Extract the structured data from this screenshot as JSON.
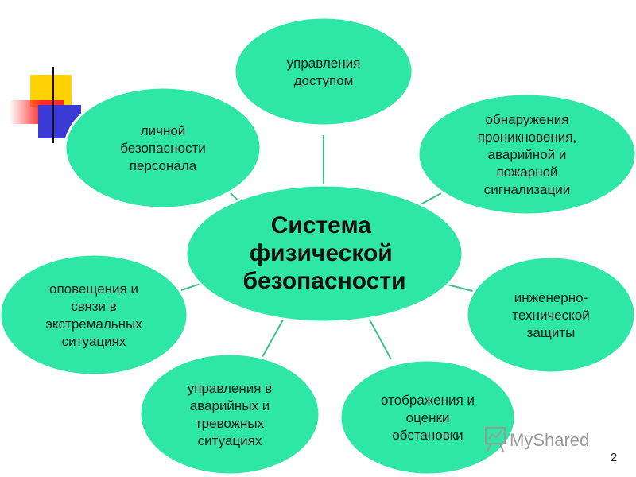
{
  "center": {
    "lines": [
      "Система",
      "физической",
      "безопасности"
    ],
    "fill": "#2ee6a6"
  },
  "nodes": [
    {
      "id": "access-control",
      "lines": [
        "управления",
        "доступом"
      ]
    },
    {
      "id": "intrusion-detection",
      "lines": [
        "обнаружения",
        "проникновения,",
        "аварийной и",
        "пожарной",
        "сигнализации"
      ]
    },
    {
      "id": "engineering-protection",
      "lines": [
        "инженерно-",
        "технической",
        "защиты"
      ]
    },
    {
      "id": "situation-display",
      "lines": [
        "отображения и",
        "оценки",
        "обстановки"
      ]
    },
    {
      "id": "emergency-management",
      "lines": [
        "управления в",
        "аварийных и",
        "тревожных",
        "ситуациях"
      ]
    },
    {
      "id": "extreme-notification",
      "lines": [
        "оповещения и",
        "связи в",
        "экстремальных",
        "ситуациях"
      ]
    },
    {
      "id": "personnel-safety",
      "lines": [
        "личной",
        "безопасности",
        "персонала"
      ]
    }
  ],
  "colors": {
    "node_fill": "#2ee6a6",
    "node_stroke": "#ffffff",
    "connector": "#3fbf8a",
    "deco_yellow": "#ffd200",
    "deco_red": "#ff2a2a",
    "deco_blue": "#3a3ad6"
  },
  "watermark": {
    "text": "MyShared",
    "icon": "presentation-board-icon"
  },
  "page_number": "2"
}
